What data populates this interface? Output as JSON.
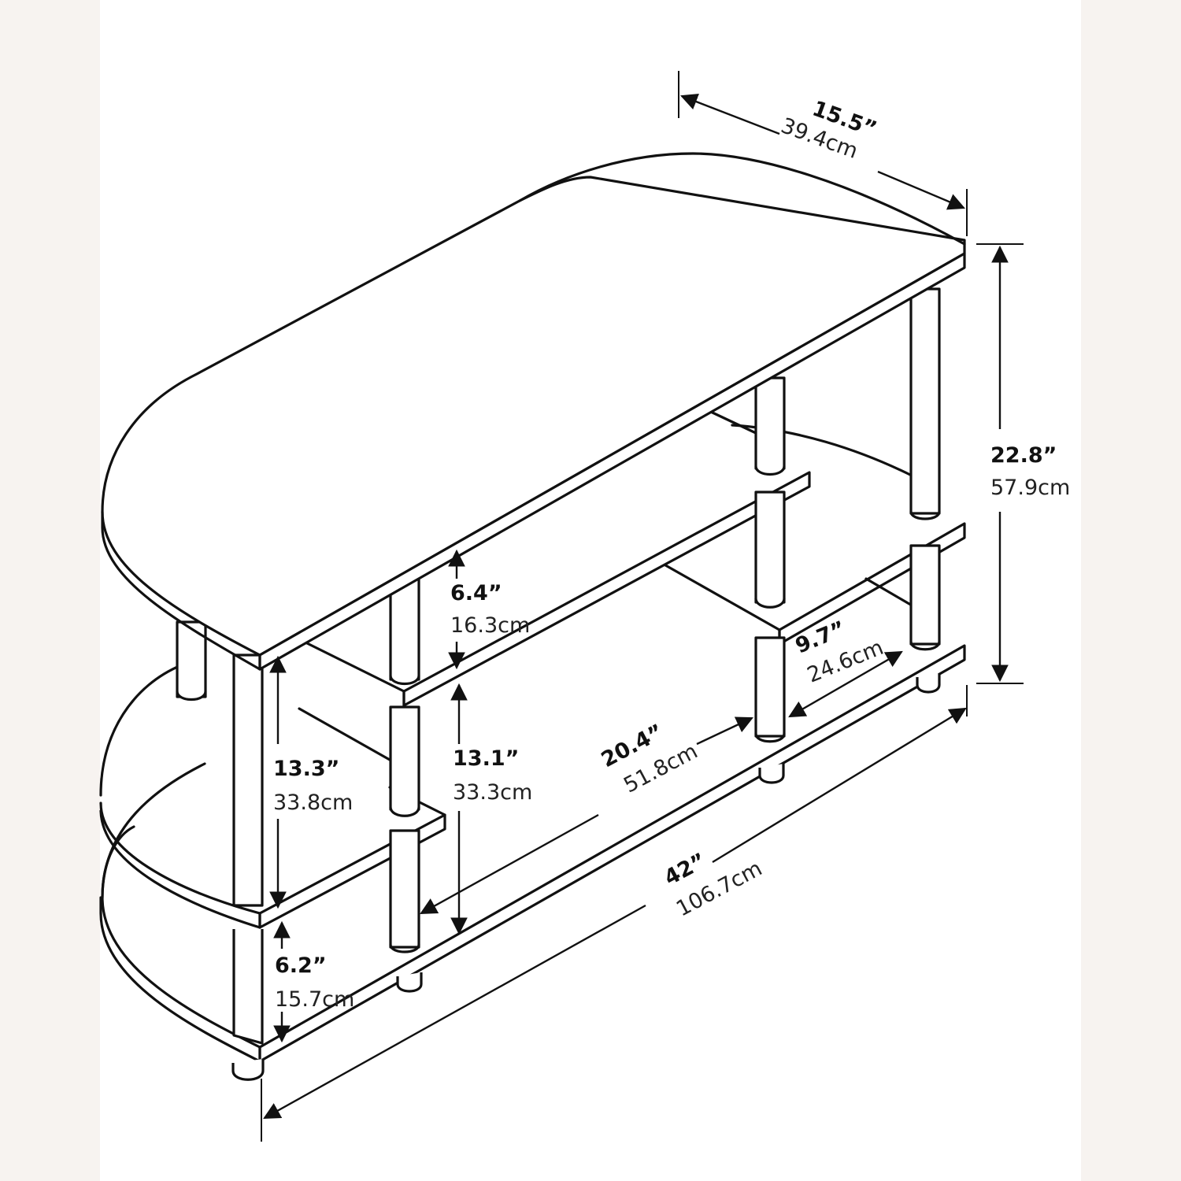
{
  "diagram": {
    "subject": "TV stand dimension drawing",
    "background_color": "#ffffff",
    "margin_color": "#f7f3f0",
    "line_color": "#111111",
    "dimensions": {
      "depth": {
        "imperial": "15.5”",
        "metric": "39.4cm"
      },
      "height": {
        "imperial": "22.8”",
        "metric": "57.9cm"
      },
      "top_gap": {
        "imperial": "6.4”",
        "metric": "16.3cm"
      },
      "side_depth": {
        "imperial": "9.7”",
        "metric": "24.6cm"
      },
      "left_height": {
        "imperial": "13.3”",
        "metric": "33.8cm"
      },
      "center_height": {
        "imperial": "13.1”",
        "metric": "33.3cm"
      },
      "center_width": {
        "imperial": "20.4”",
        "metric": "51.8cm"
      },
      "width": {
        "imperial": "42”",
        "metric": "106.7cm"
      },
      "bottom_gap": {
        "imperial": "6.2”",
        "metric": "15.7cm"
      }
    }
  }
}
